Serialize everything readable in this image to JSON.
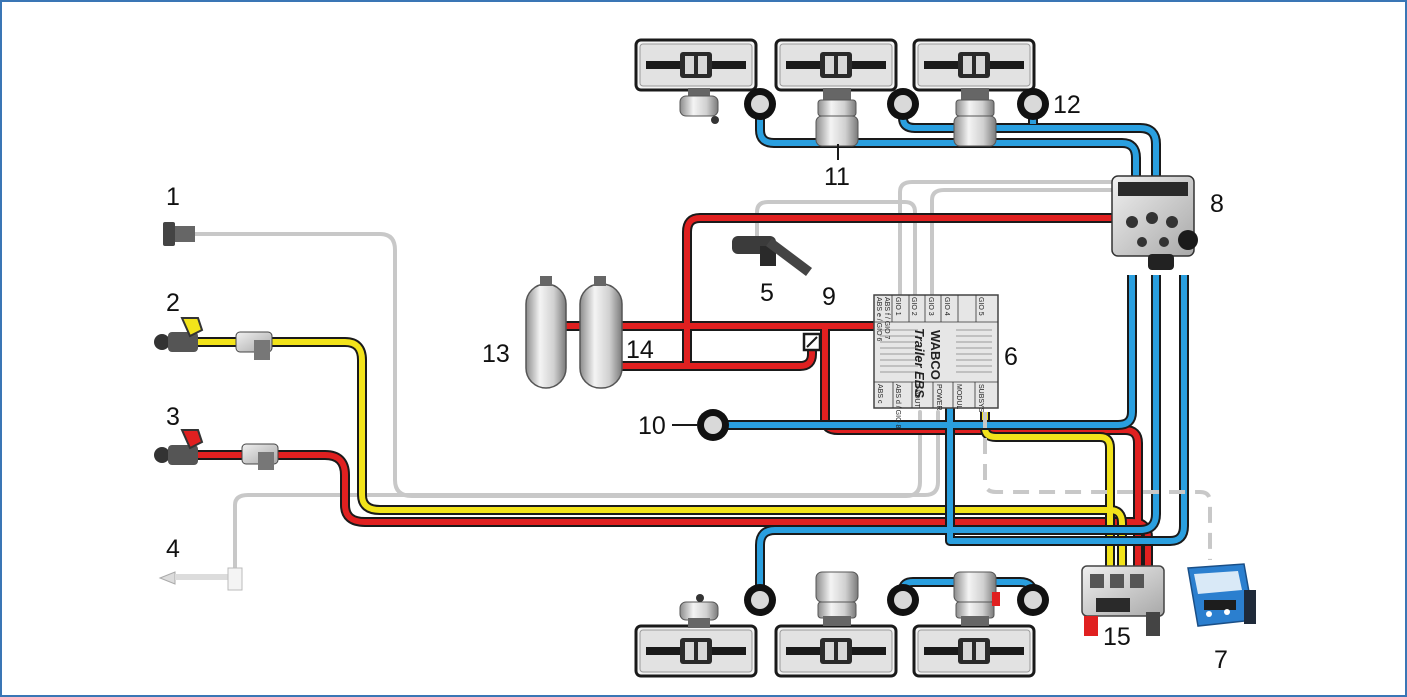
{
  "labels": {
    "l1": "1",
    "l2": "2",
    "l3": "3",
    "l4": "4",
    "l5": "5",
    "l6": "6",
    "l7": "7",
    "l8": "8",
    "l9": "9",
    "l10": "10",
    "l11": "11",
    "l12": "12",
    "l13": "13",
    "l14": "14",
    "l15": "15"
  },
  "ecu": {
    "brand": "WABCO",
    "model": "Trailer EBS",
    "gio_ports": [
      "ABS e / GIO 6",
      "ABS f / GIO 7",
      "GIO 1",
      "GIO 2",
      "GIO 3",
      "GIO 4",
      "GIO 5"
    ],
    "bottom_ports": [
      "ABS c",
      "ABS d / GIO 8",
      "IN/OUT",
      "POWER",
      "MODUL",
      "SUBSYS"
    ]
  },
  "colors": {
    "frame": "#3a76b5",
    "supply_red": "#e02020",
    "control_yellow": "#f2e31a",
    "brake_blue": "#2a9fdf",
    "cable_gray": "#c8c8c8",
    "outline": "#1a1a1a"
  }
}
